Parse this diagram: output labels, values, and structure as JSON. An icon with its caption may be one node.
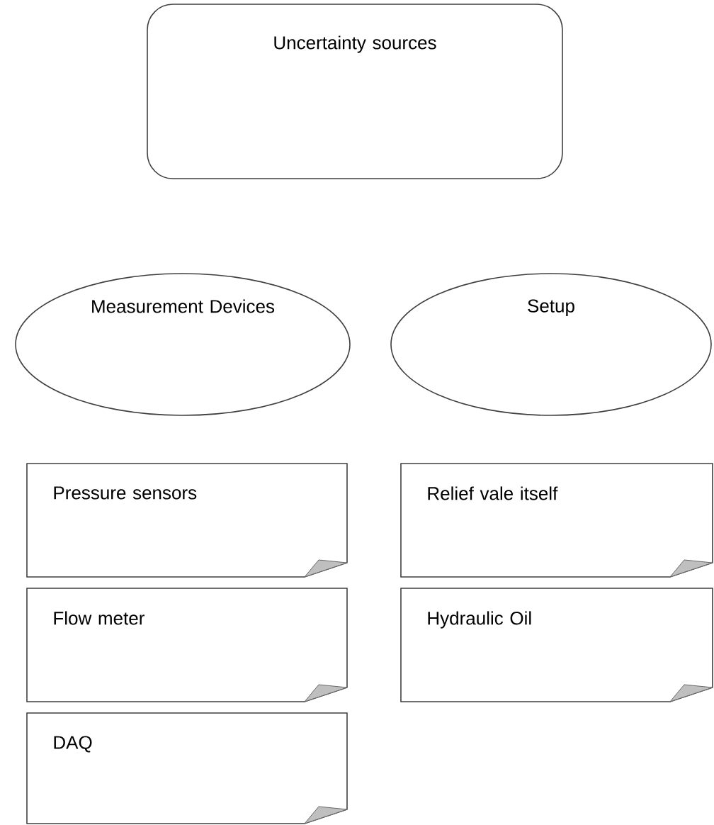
{
  "diagram": {
    "nodes": [
      {
        "text": [
          "Uncertainty sources"
        ]
      },
      {
        "text": [
          "Measurement Devices"
        ]
      },
      {
        "text": [
          "Setup"
        ]
      },
      {
        "text": [
          "Pressure sensors"
        ]
      },
      {
        "text": [
          "Flow meter"
        ]
      },
      {
        "text": [
          "DAQ"
        ]
      },
      {
        "text": [
          "Relief vale itself"
        ]
      },
      {
        "text": [
          "Hydraulic Oil"
        ]
      }
    ]
  }
}
